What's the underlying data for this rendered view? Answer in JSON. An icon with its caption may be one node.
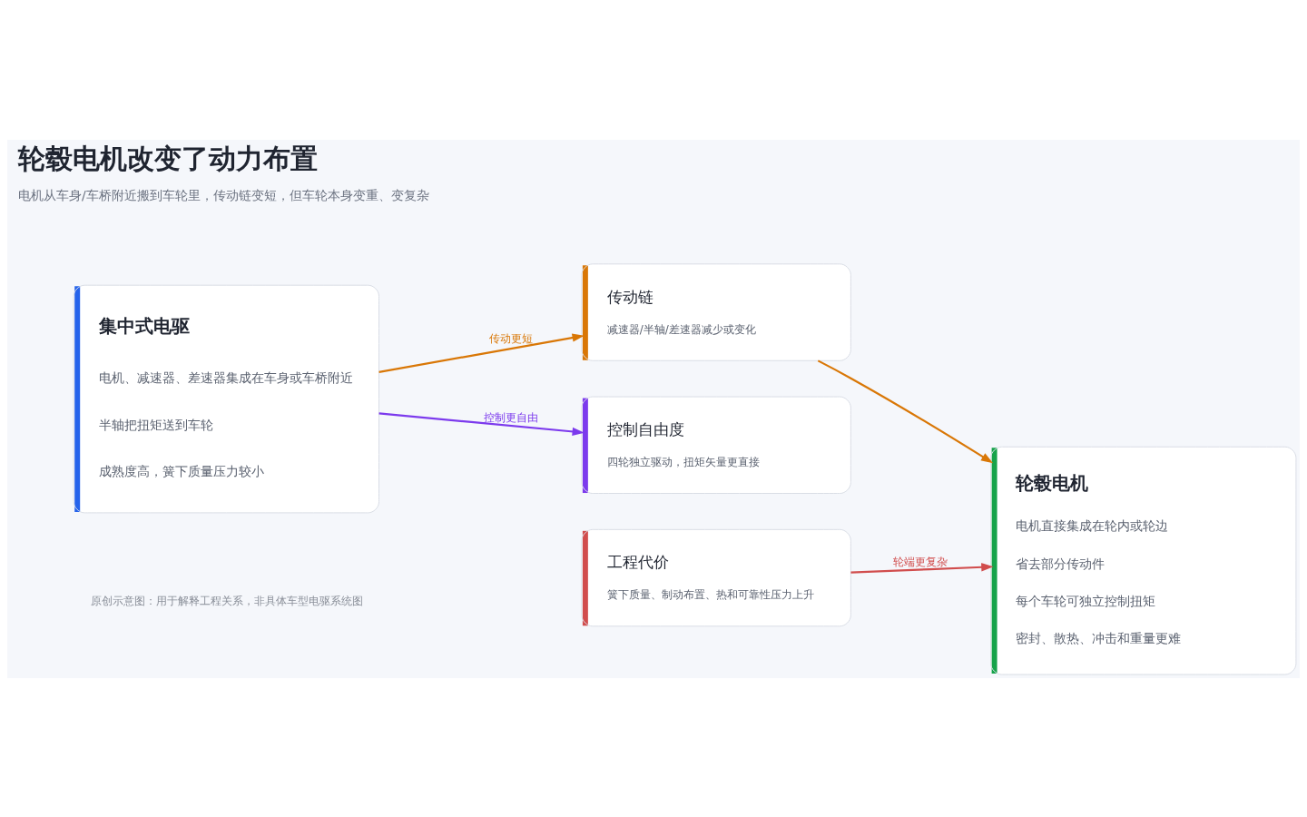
{
  "diagram": {
    "title": "轮毂电机改变了动力布置",
    "caption": "原创示意图：用于解释工程关系，非具体车型电驱系统图",
    "nodes": [
      {
        "text": [
          "集中式电驱",
          "电机、减速器、差速器集成在车身或车桥附近",
          "半轴把扭矩送到车轮",
          "成熟度高，簧下质量压力较小"
        ]
      },
      {
        "text": [
          "传动链",
          "减速器/半轴/差速器减少或变化"
        ]
      },
      {
        "text": [
          "控制自由度",
          "四轮独立驱动，扭矩矢量更直接"
        ]
      },
      {
        "text": [
          "轮毂电机",
          "电机直接集成在轮内或轮边",
          "省去部分传动件",
          "每个车轮可独立控制扭矩",
          "密封、散热、冲击和重量更难"
        ]
      },
      {
        "text": [
          "工程代价",
          "簧下质量、制动布置、热和可靠性压力上升"
        ]
      }
    ],
    "edges": [
      {
        "from": 0,
        "to": 1,
        "arrow": "to",
        "label": "传动更短"
      },
      {
        "from": 1,
        "to": 3,
        "arrow": "to"
      },
      {
        "from": 0,
        "to": 2,
        "arrow": "to",
        "label": "控制更自由",
        "color": "#7c3aed"
      },
      {
        "from": 4,
        "to": 3,
        "arrow": "to",
        "label": "轮端更复杂",
        "color": "#d14d4d"
      }
    ],
    "labels": [
      "电机从车身/车桥附近搬到车轮里，传动链变短，但车轮本身变重、变复杂"
    ]
  }
}
